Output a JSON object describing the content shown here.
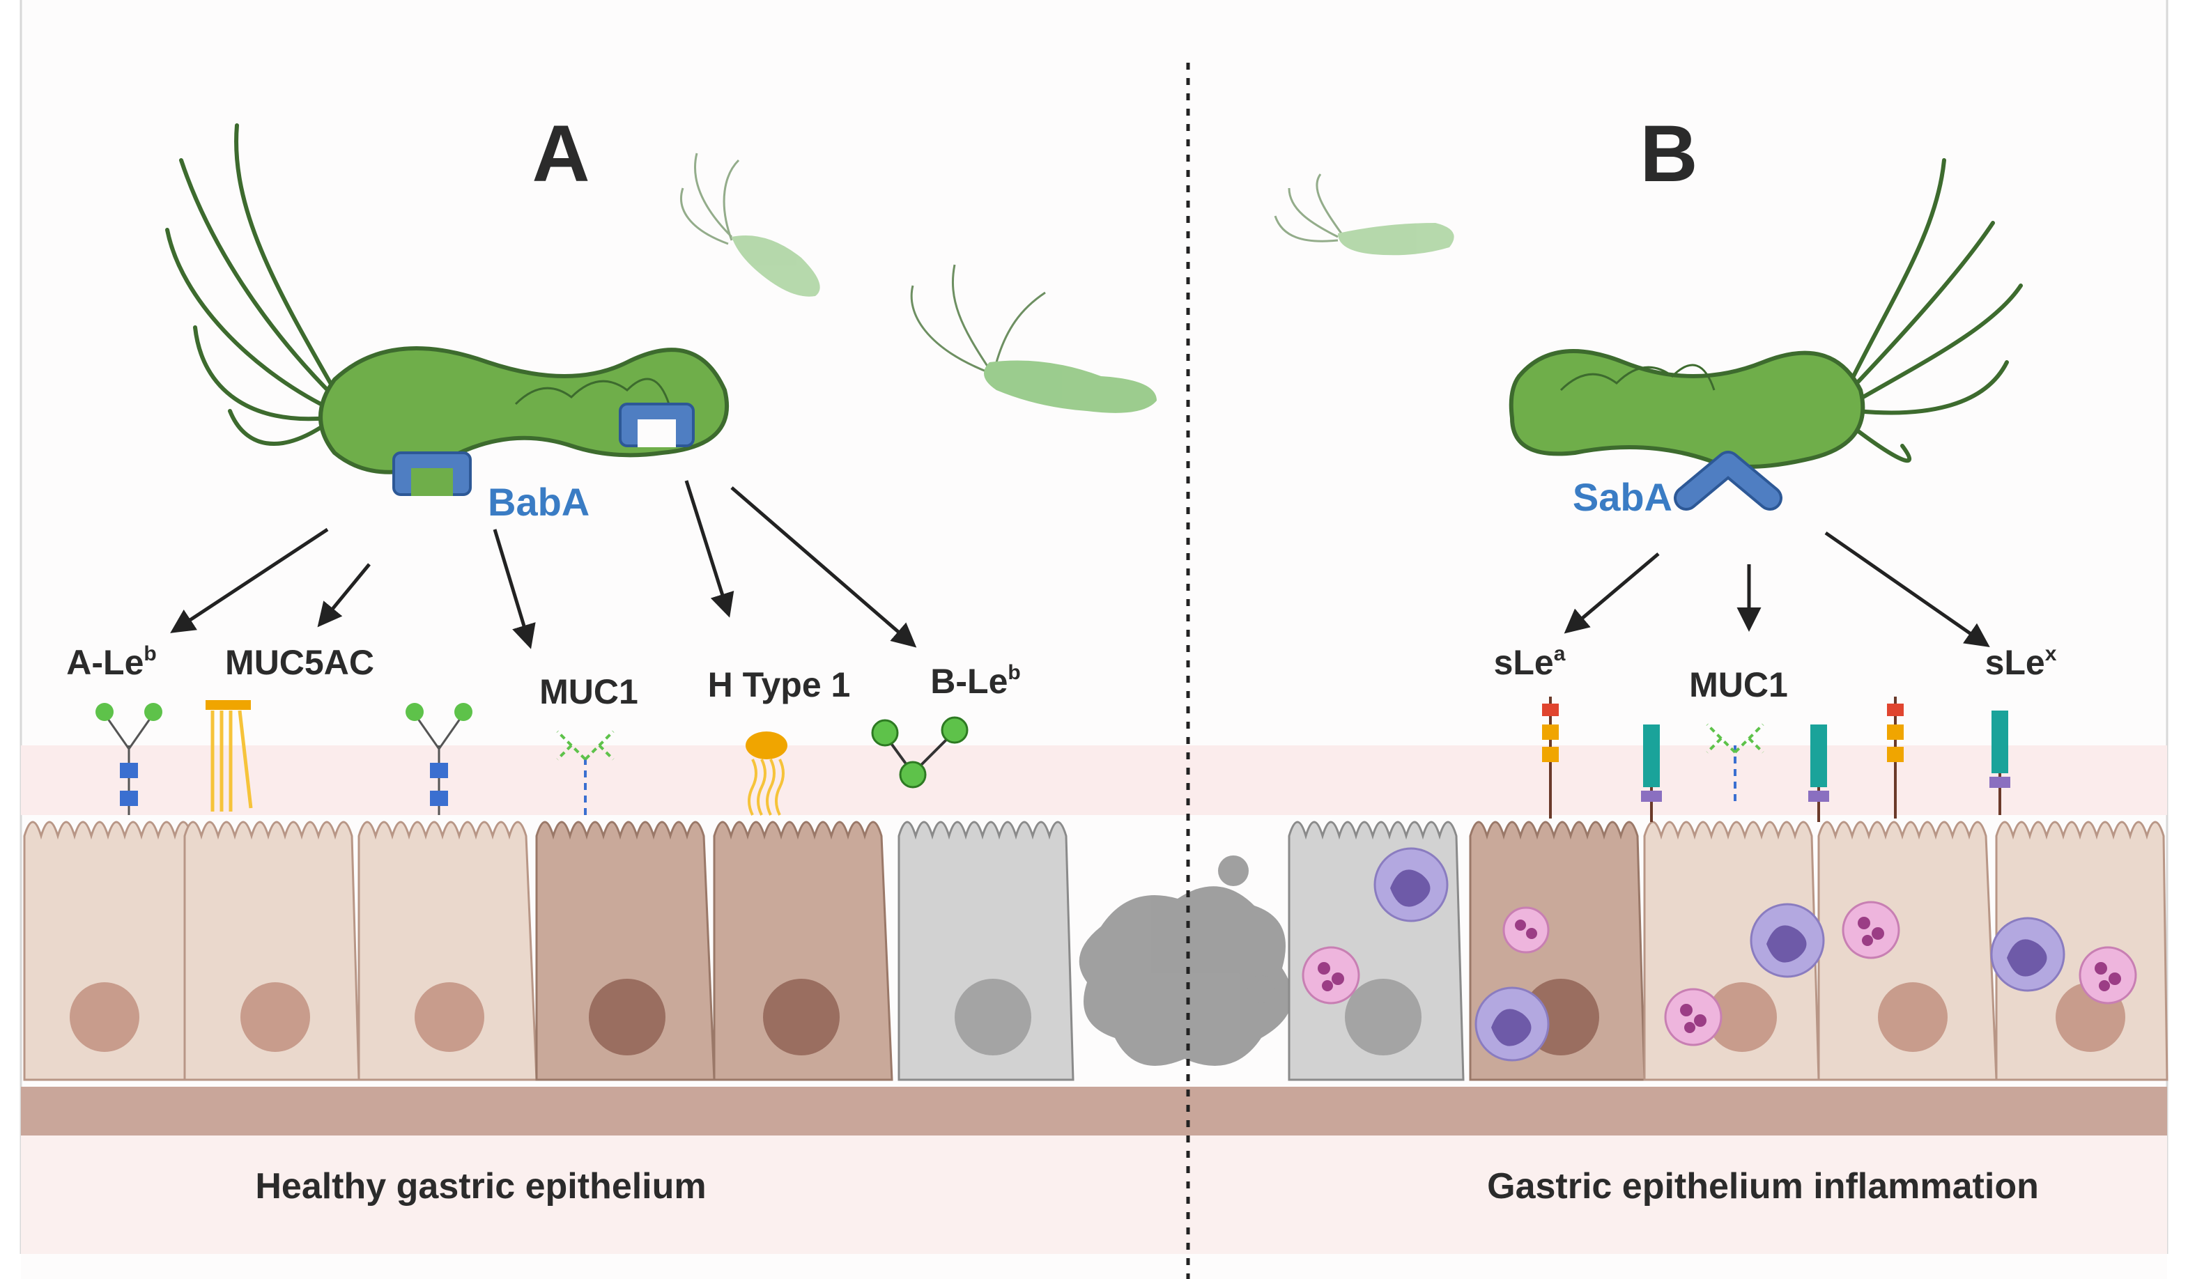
{
  "panels": {
    "a": {
      "letter": "A",
      "adhesin": "BabA",
      "caption": "Healthy gastric epithelium",
      "receptors": [
        {
          "base": "A-Le",
          "sup": "b"
        },
        {
          "base": "MUC5AC",
          "sup": ""
        },
        {
          "base": "MUC1",
          "sup": ""
        },
        {
          "base": "H Type 1",
          "sup": ""
        },
        {
          "base": "B-Le",
          "sup": "b"
        }
      ]
    },
    "b": {
      "letter": "B",
      "adhesin": "SabA",
      "caption": "Gastric epithelium inflammation",
      "receptors": [
        {
          "base": "sLe",
          "sup": "a"
        },
        {
          "base": "MUC1",
          "sup": ""
        },
        {
          "base": "sLe",
          "sup": "x"
        }
      ]
    }
  },
  "colors": {
    "adhesin_text": "#3a7cc4",
    "bacterium": "#6fae4a",
    "flagella": "#3d6b2e",
    "mucus": "#fbecec",
    "cell": "#ead8cc",
    "cell_dark": "#c9a99a",
    "cell_grey": "#d2d2d2",
    "basement": "#c9a69a",
    "neutrophil": "#e9a9d6",
    "macrophage": "#9d8fd0"
  }
}
